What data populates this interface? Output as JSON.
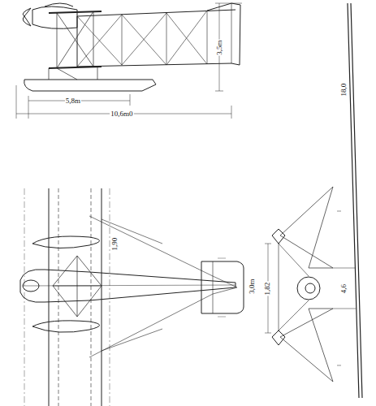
{
  "diagram": {
    "labels": [
      "5,8m",
      "10,6m0",
      "3,5m",
      "1,90",
      "3,0m",
      "1,82",
      "4,6",
      "18,0"
    ]
  }
}
